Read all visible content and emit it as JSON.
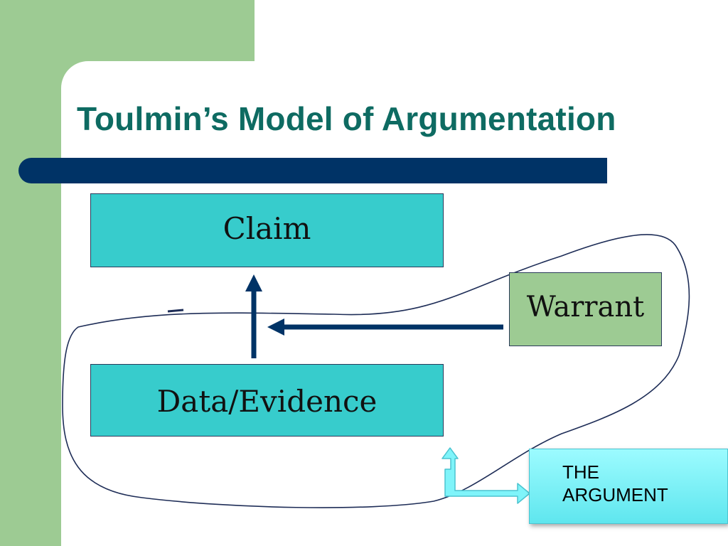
{
  "slide": {
    "title": "Toulmin’s Model of Argumentation"
  },
  "diagram": {
    "claim_label": "Claim",
    "data_label": "Data/Evidence",
    "warrant_label": "Warrant",
    "argument_line1": "THE",
    "argument_line2": "ARGUMENT"
  },
  "colors": {
    "title_text": "#0e6b62",
    "title_bar": "#003366",
    "side_band": "#9dcb93",
    "box_fill": "#37cccc",
    "warrant_fill": "#9dcb93",
    "arrow": "#003366",
    "callout_fill": "#7ff4fa"
  }
}
